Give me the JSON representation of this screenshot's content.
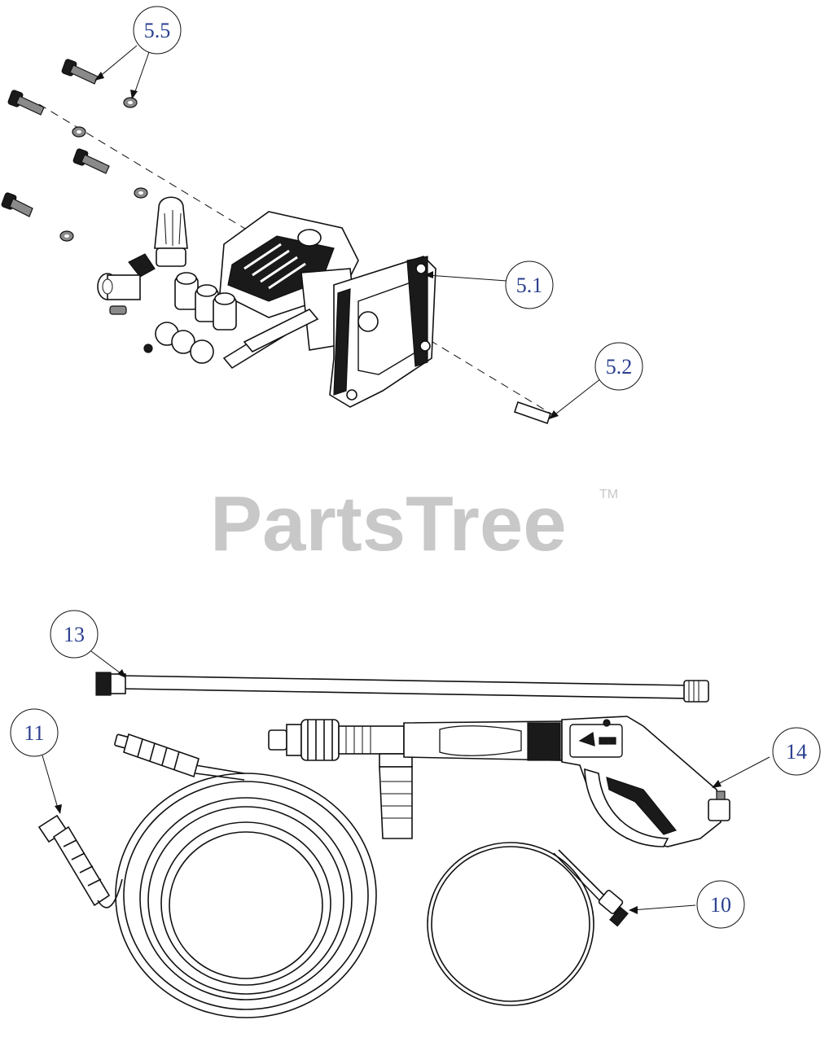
{
  "callouts": {
    "c55": "5.5",
    "c51": "5.1",
    "c52": "5.2",
    "c13": "13",
    "c11": "11",
    "c14": "14",
    "c10": "10"
  },
  "watermark": {
    "text": "PartsTree",
    "tm": "TM"
  },
  "colors": {
    "callout_text": "#2a3f8f",
    "line": "#111111",
    "watermark": "#c8c8c8"
  }
}
